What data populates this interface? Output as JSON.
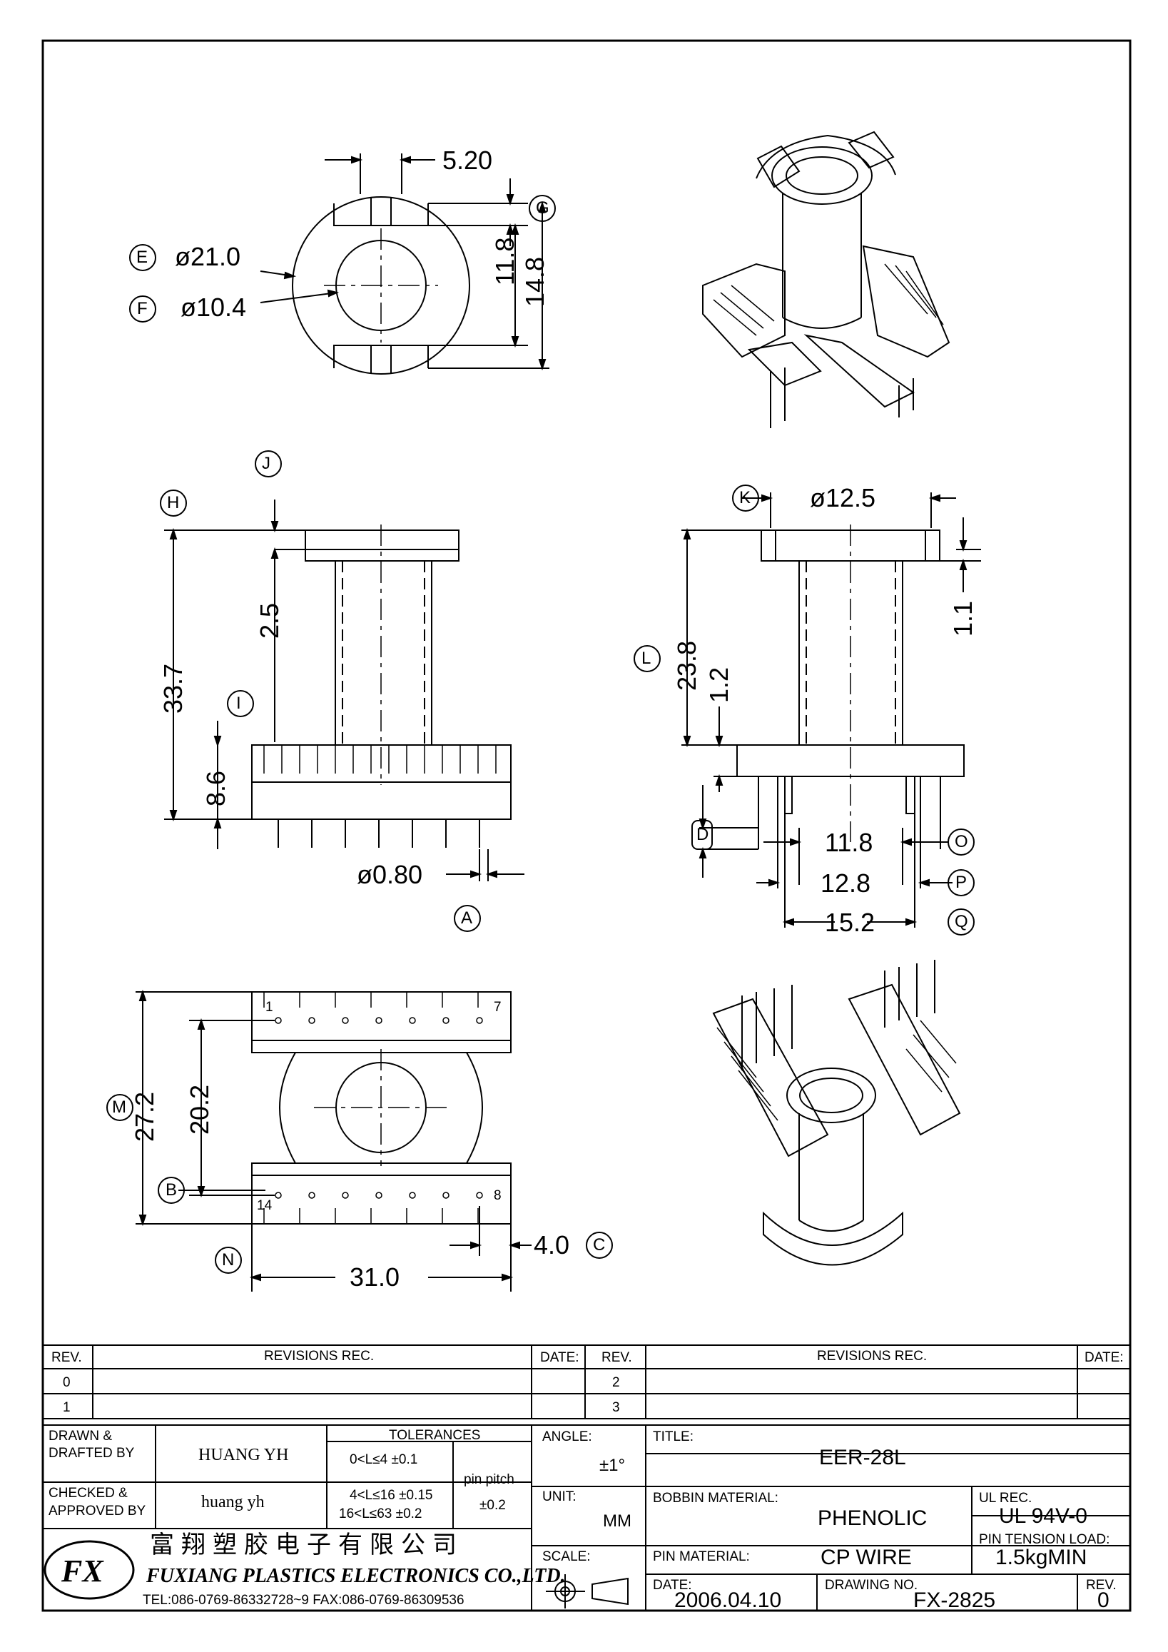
{
  "dims": {
    "d520": "5.20",
    "d210": "ø21.0",
    "d104": "ø10.4",
    "d118a": "11.8",
    "d148": "14.8",
    "d25": "2.5",
    "d337": "33.7",
    "d86": "8.6",
    "d080": "ø0.80",
    "d125": "ø12.5",
    "d11": "1.1",
    "d238": "23.8",
    "d12": "1.2",
    "d118b": "11.8",
    "d128": "12.8",
    "d152": "15.2",
    "d272": "27.2",
    "d202": "20.2",
    "d310": "31.0",
    "d40": "4.0"
  },
  "callouts": {
    "E": "E",
    "F": "F",
    "G": "G",
    "H": "H",
    "J": "J",
    "I": "I",
    "A": "A",
    "K": "K",
    "L": "L",
    "D": "D",
    "O": "O",
    "P": "P",
    "Q": "Q",
    "M": "M",
    "B": "B",
    "N": "N",
    "C": "C"
  },
  "pins": {
    "p1": "1",
    "p7": "7",
    "p14": "14",
    "p8": "8"
  },
  "revisions": {
    "rev_header": "REV.",
    "rec_header": "REVISIONS   REC.",
    "date_header": "DATE:",
    "rows_left": [
      "0",
      "1"
    ],
    "rows_right": [
      "2",
      "3"
    ]
  },
  "title_block": {
    "drawn_label": "DRAWN &\nDRAFTED BY",
    "drawn_line1": "DRAWN &",
    "drawn_line2": "DRAFTED BY",
    "drawn_by": "HUANG YH",
    "checked_line1": "CHECKED &",
    "checked_line2": "APPROVED BY",
    "checked_by": "huang yh",
    "tolerances_label": "TOLERANCES",
    "tol1": "0<L≤4    ±0.1",
    "tol2": "4<L≤16  ±0.15",
    "tol3": "16<L≤63  ±0.2",
    "pin_pitch_label": "pin pitch",
    "pin_pitch_value": "±0.2",
    "angle_label": "ANGLE:",
    "angle_value": "±1°",
    "unit_label": "UNIT:",
    "unit_value": "MM",
    "scale_label": "SCALE:",
    "title_label": "TITLE:",
    "title_value": "EER-28L",
    "bobbin_label": "BOBBIN MATERIAL:",
    "bobbin_value": "PHENOLIC",
    "ul_label": "UL REC.",
    "ul_value": "UL 94V-0",
    "pinmat_label": "PIN MATERIAL:",
    "pinmat_value": "CP WIRE",
    "tension_label": "PIN TENSION LOAD:",
    "tension_value": "1.5kgMIN",
    "date_label": "DATE:",
    "date_value": "2006.04.10",
    "drawing_no_label": "DRAWING NO.",
    "drawing_no_value": "FX-2825",
    "rev_label": "REV.",
    "rev_value": "0"
  },
  "company": {
    "name_cn": "富翔塑胶电子有限公司",
    "name_en": "FUXIANG PLASTICS ELECTRONICS CO.,LTD.",
    "contact": "TEL:086-0769-86332728~9   FAX:086-0769-86309536",
    "logo_text": "FX"
  }
}
